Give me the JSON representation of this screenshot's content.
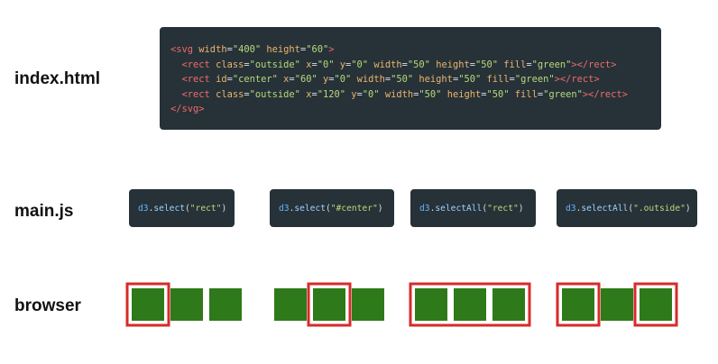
{
  "labels": {
    "html_file": "index.html",
    "js_file": "main.js",
    "browser": "browser"
  },
  "html_code": [
    {
      "tag_open": "<svg",
      "attrs": [
        [
          "width",
          "\"400\""
        ],
        [
          "height",
          "\"60\""
        ]
      ],
      "tag_close": ">"
    },
    {
      "tag_open": "<rect",
      "attrs": [
        [
          "class",
          "\"outside\""
        ],
        [
          "x",
          "\"0\""
        ],
        [
          "y",
          "\"0\""
        ],
        [
          "width",
          "\"50\""
        ],
        [
          "height",
          "\"50\""
        ],
        [
          "fill",
          "\"green\""
        ]
      ],
      "tag_close": "></rect>"
    },
    {
      "tag_open": "<rect",
      "attrs": [
        [
          "id",
          "\"center\""
        ],
        [
          "x",
          "\"60\""
        ],
        [
          "y",
          "\"0\""
        ],
        [
          "width",
          "\"50\""
        ],
        [
          "height",
          "\"50\""
        ],
        [
          "fill",
          "\"green\""
        ]
      ],
      "tag_close": "></rect>"
    },
    {
      "tag_open": "<rect",
      "attrs": [
        [
          "class",
          "\"outside\""
        ],
        [
          "x",
          "\"120\""
        ],
        [
          "y",
          "\"0\""
        ],
        [
          "width",
          "\"50\""
        ],
        [
          "height",
          "\"50\""
        ],
        [
          "fill",
          "\"green\""
        ]
      ],
      "tag_close": "></rect>"
    },
    {
      "tag_open": "</svg>",
      "attrs": [],
      "tag_close": ""
    }
  ],
  "js_snippets": [
    {
      "obj": "d3",
      "dot": ".",
      "method": "select",
      "arg": "\"rect\""
    },
    {
      "obj": "d3",
      "dot": ".",
      "method": "select",
      "arg": "\"#center\""
    },
    {
      "obj": "d3",
      "dot": ".",
      "method": "selectAll",
      "arg": "\"rect\""
    },
    {
      "obj": "d3",
      "dot": ".",
      "method": "selectAll",
      "arg": "\".outside\""
    }
  ],
  "browser_examples": [
    {
      "selected": [
        true,
        false,
        false
      ],
      "group": false
    },
    {
      "selected": [
        false,
        true,
        false
      ],
      "group": false
    },
    {
      "selected": [
        true,
        true,
        true
      ],
      "group": true
    },
    {
      "selected": [
        true,
        false,
        true
      ],
      "group": false
    }
  ],
  "colors": {
    "rect_fill": "#2e7a1a",
    "highlight": "#d62b2b",
    "code_bg": "#263238"
  }
}
